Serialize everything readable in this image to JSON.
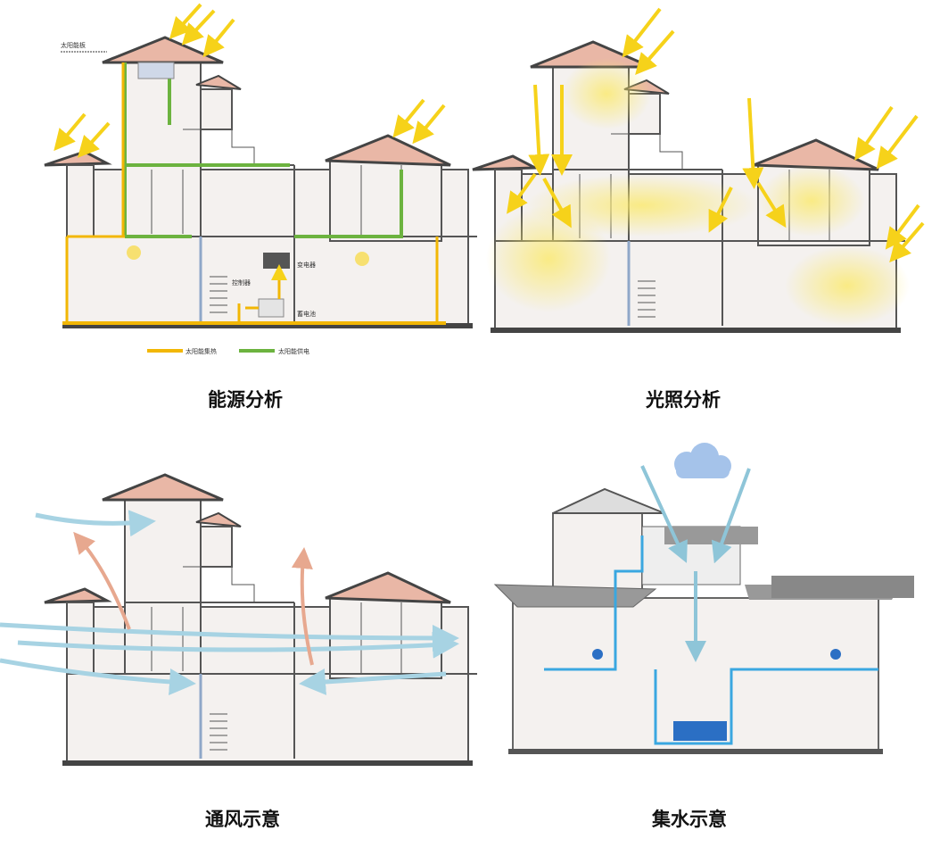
{
  "panels": [
    {
      "caption": "能源分析",
      "labels": {
        "solar_panel": "太阳能板",
        "controller": "控制器",
        "inverter": "变电器",
        "battery": "蓄电池"
      },
      "legend": [
        {
          "label": "太阳能集热",
          "color": "#f2b705"
        },
        {
          "label": "太阳能供电",
          "color": "#6cb33f"
        }
      ]
    },
    {
      "caption": "光照分析"
    },
    {
      "caption": "通风示意"
    },
    {
      "caption": "集水示意"
    }
  ],
  "colors": {
    "roof": "#e9b7a6",
    "wall": "#f4f1ef",
    "sun": "#f6d21a",
    "light": "#fbf09a",
    "wind": "#a7d3e3",
    "warm_air": "#e7a88f",
    "water": "#3aa7e0"
  }
}
